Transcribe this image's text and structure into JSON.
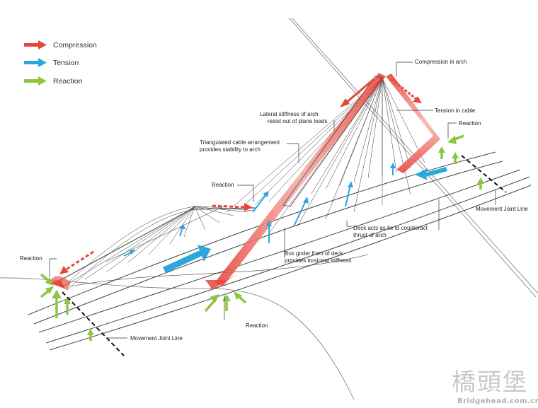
{
  "legend": {
    "items": [
      {
        "label": "Compression",
        "color": "#e8453c"
      },
      {
        "label": "Tension",
        "color": "#2aa7dd"
      },
      {
        "label": "Reaction",
        "color": "#8dc63f"
      }
    ]
  },
  "annotations": {
    "compression_in_arch": "Compression in arch",
    "tension_in_cable": "Tension in cable",
    "reaction_top_right": "Reaction",
    "lateral_stiffness_1": "Lateral stiffness of arch",
    "lateral_stiffness_2": "resist out of plane loads",
    "triangulated_1": "Triangulated cable arrangement",
    "triangulated_2": "provides stability to arch",
    "reaction_mid": "Reaction",
    "reaction_left": "Reaction",
    "reaction_bottom": "Reaction",
    "deck_tie_1": "Deck acts as tie to counteract",
    "deck_tie_2": "thrust of arch",
    "box_girder_1": "Box girder from of deck",
    "box_girder_2": "provides torsional stiffness",
    "movement_joint_right": "Movement Joint Line",
    "movement_joint_bottom": "Movement Joint Line"
  },
  "watermark": {
    "chinese": "橋頭堡",
    "url": "Bridgehead.com.cn"
  }
}
